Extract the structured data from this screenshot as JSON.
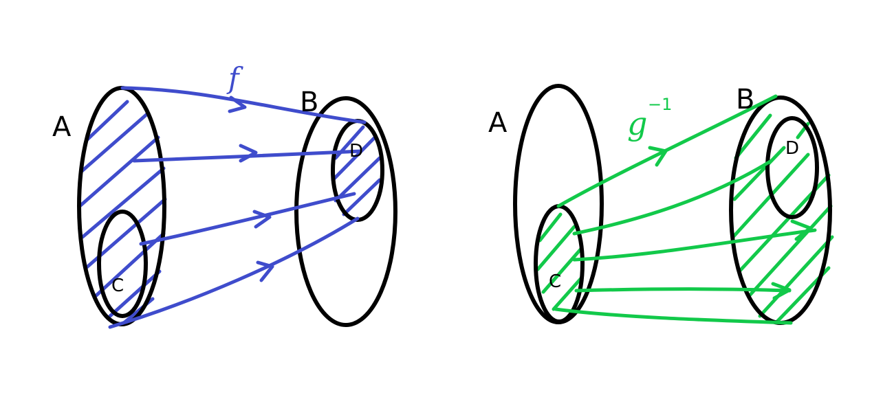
{
  "colors": {
    "outline": "#000000",
    "image_map": "#3f4ccc",
    "preimage_map": "#12c94a",
    "background": "#ffffff"
  },
  "left_diagram": {
    "domain_label": "A",
    "codomain_label": "B",
    "subset_domain_label": "C",
    "subset_codomain_label": "D",
    "function_label": "f"
  },
  "right_diagram": {
    "domain_label": "A",
    "codomain_label": "B",
    "subset_domain_label": "C",
    "subset_codomain_label": "D",
    "function_label": "g",
    "function_superscript": "−1"
  }
}
